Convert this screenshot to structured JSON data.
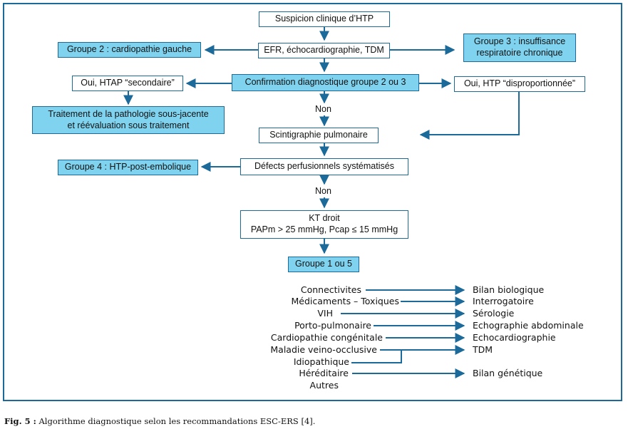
{
  "flowchart": {
    "nodes": {
      "suspicion": "Suspicion clinique d’HTP",
      "tests": "EFR, échocardiographie, TDM",
      "groupe2": "Groupe 2 : cardiopathie gauche",
      "groupe3_line1": "Groupe 3 : insuffisance",
      "groupe3_line2": "respiratoire chronique",
      "confirmation": "Confirmation diagnostique groupe 2 ou 3",
      "htap_secondaire": "Oui, HTAP “secondaire”",
      "htp_disproportionnee": "Oui, HTP “disproportionnée”",
      "traitement_line1": "Traitement de la pathologie sous-jacente",
      "traitement_line2": "et réévaluation sous traitement",
      "scintigraphie": "Scintigraphie pulmonaire",
      "defects": "Défects perfusionnels systématisés",
      "groupe4": "Groupe 4 : HTP-post-embolique",
      "kt_line1": "KT droit",
      "kt_line2": "PAPm > 25 mmHg, Pcap ≤ 15 mmHg",
      "groupe15": "Groupe 1 ou 5"
    },
    "labels": {
      "non1": "Non",
      "non2": "Non"
    },
    "causes": [
      "Connectivites",
      "Médicaments – Toxiques",
      "VIH",
      "Porto-pulmonaire",
      "Cardiopathie congénitale",
      "Maladie veino-occlusive",
      "Idiopathique",
      "Héréditaire",
      "Autres"
    ],
    "exams": [
      "Bilan biologique",
      "Interrogatoire",
      "Sérologie",
      "Echographie abdominale",
      "Echocardiographie",
      "TDM",
      "Bilan génétique"
    ]
  },
  "caption": {
    "label": "Fig. 5 :",
    "text": " Algorithme diagnostique selon les recommandations ESC-ERS [4]."
  },
  "colors": {
    "accent": "#1b6a9a",
    "box_fill": "#7fd3ef"
  }
}
